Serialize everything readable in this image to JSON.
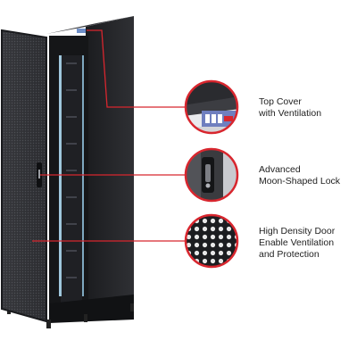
{
  "features": [
    {
      "id": "top-cover",
      "lines": [
        "Top Cover",
        "with Ventilation"
      ]
    },
    {
      "id": "lock",
      "lines": [
        "Advanced",
        "Moon-Shaped Lock"
      ]
    },
    {
      "id": "door",
      "lines": [
        "High Density Door",
        "Enable Ventilation",
        "and Protection"
      ]
    }
  ],
  "colors": {
    "callout_line": "#d8262e",
    "rack_body": "#2a2b2e",
    "rack_dark": "#151618",
    "door_mesh": "#3a3b3f",
    "background": "#ffffff"
  },
  "icons": [
    "top-cover-zoom-icon",
    "lock-zoom-icon",
    "mesh-zoom-icon"
  ]
}
